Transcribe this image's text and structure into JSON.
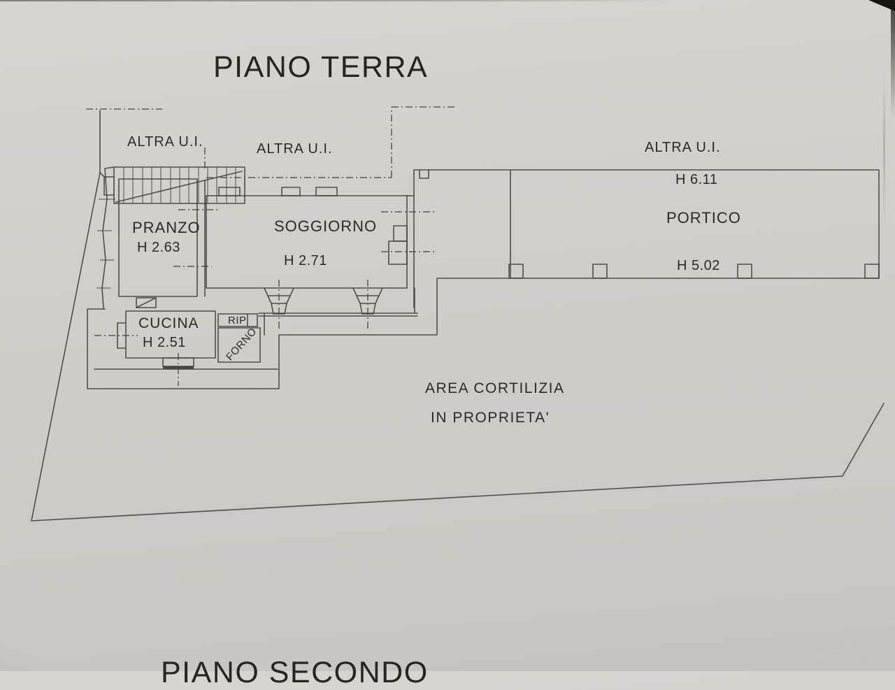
{
  "page": {
    "title": "PIANO TERRA",
    "next_section_title": "PIANO SECONDO"
  },
  "zones": {
    "altra_ui_left": "ALTRA U.I.",
    "altra_ui_center": "ALTRA U.I.",
    "altra_ui_right": "ALTRA U.I."
  },
  "rooms": {
    "pranzo": {
      "name": "PRANZO",
      "height": "H 2.63"
    },
    "soggiorno": {
      "name": "SOGGIORNO",
      "height": "H 2.71"
    },
    "cucina": {
      "name": "CUCINA",
      "height": "H 2.51"
    },
    "rip": {
      "name": "RIP"
    },
    "forno": {
      "name": "FORNO"
    },
    "portico": {
      "name": "PORTICO",
      "height_upper": "H 6.11",
      "height_lower": "H 5.02"
    }
  },
  "courtyard": {
    "label_line1": "AREA CORTILIZIA",
    "label_line2": "IN PROPRIETA'"
  },
  "colors": {
    "paper": "#cfccc8",
    "ink": "#45433f",
    "text": "#2b2a27"
  }
}
